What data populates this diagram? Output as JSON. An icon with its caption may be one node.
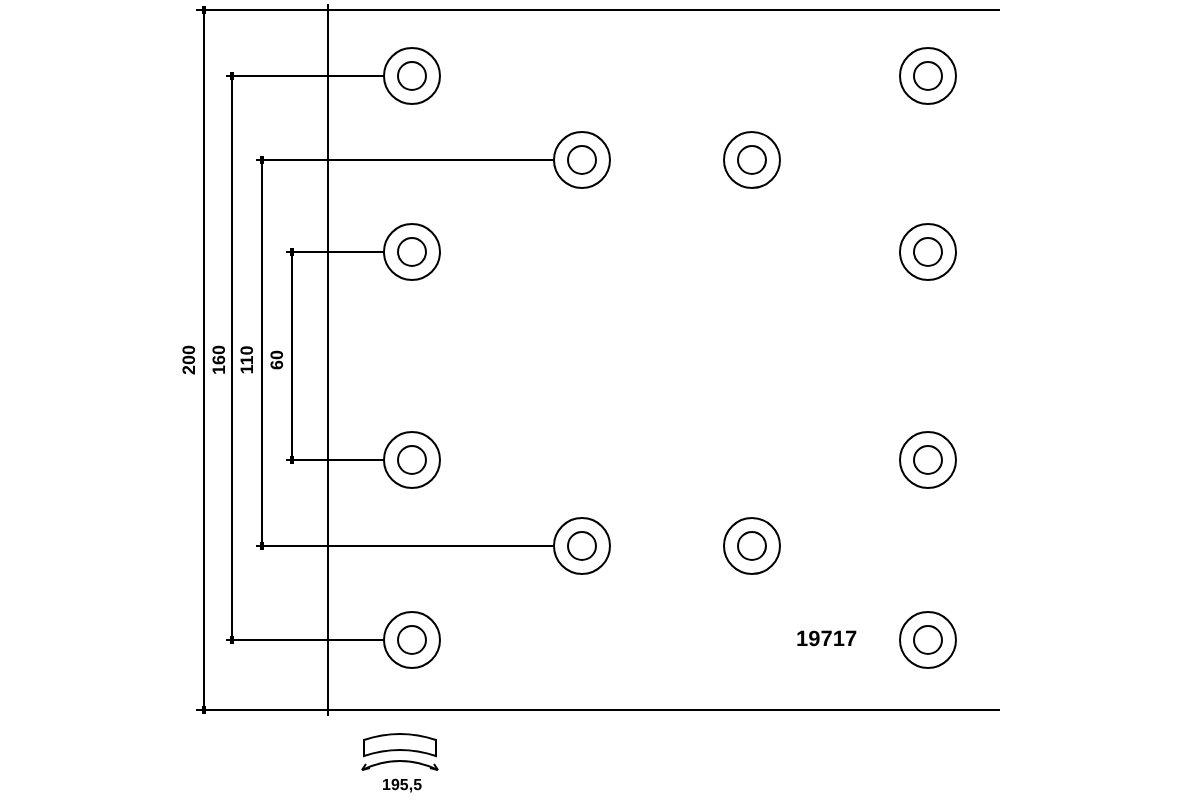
{
  "diagram": {
    "labels": [
      "200",
      "160",
      "110",
      "60",
      "19717",
      "195,5"
    ]
  }
}
